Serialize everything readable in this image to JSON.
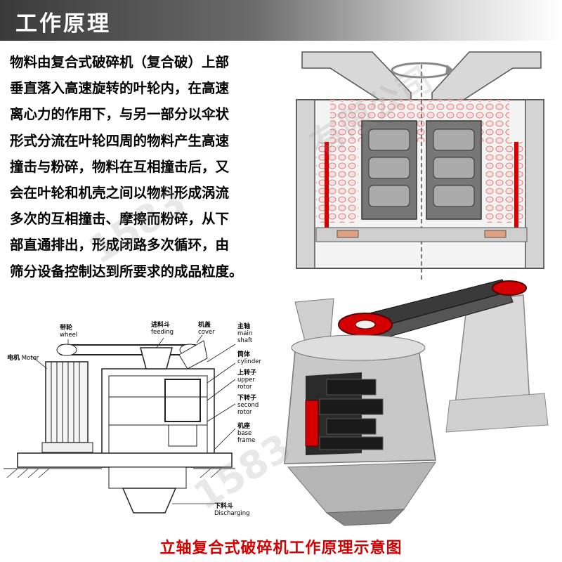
{
  "header": {
    "title": "工作原理"
  },
  "description": {
    "lines": [
      "物料由复合式破碎机（复合破）上部",
      "垂直落入高速旋转的叶轮内，在高速",
      "离心力的作用下，与另一部分以伞状",
      "形式分流在叶轮四周的物料产生高速",
      "撞击与粉碎，物料在互相撞击后，又",
      "会在叶轮和机壳之间以物料形成涡流",
      "多次的互相撞击、摩擦而粉碎，从下",
      "部直通排出，形成闭路多次循环，由",
      "筛分设备控制达到所要求的成品粒度。"
    ]
  },
  "diagram_labels": {
    "wheel": {
      "cn": "带轮",
      "en": "wheel"
    },
    "motor": {
      "cn": "电机",
      "en": "Motor"
    },
    "feeding": {
      "cn": "进料斗",
      "en": "feeding"
    },
    "cover": {
      "cn": "机盖",
      "en": "cover"
    },
    "main_shaft": {
      "cn": "主轴",
      "en1": "main",
      "en2": "shaft"
    },
    "cylinder": {
      "cn": "筒体",
      "en": "cylinder"
    },
    "upper_rotor": {
      "cn": "上转子",
      "en1": "upper",
      "en2": "rotor"
    },
    "second_rotor": {
      "cn": "下转子",
      "en1": "second",
      "en2": "rotor"
    },
    "base_frame": {
      "cn": "机座",
      "en1": "base",
      "en2": "frame"
    },
    "discharging": {
      "cn": "下料斗",
      "en": "Discharging"
    }
  },
  "caption": "立轴复合式破碎机工作原理示意图",
  "colors": {
    "accent_red": "#d40000",
    "header_dark": "#3a3a3a",
    "machine_gray": "#c8c8c8"
  }
}
